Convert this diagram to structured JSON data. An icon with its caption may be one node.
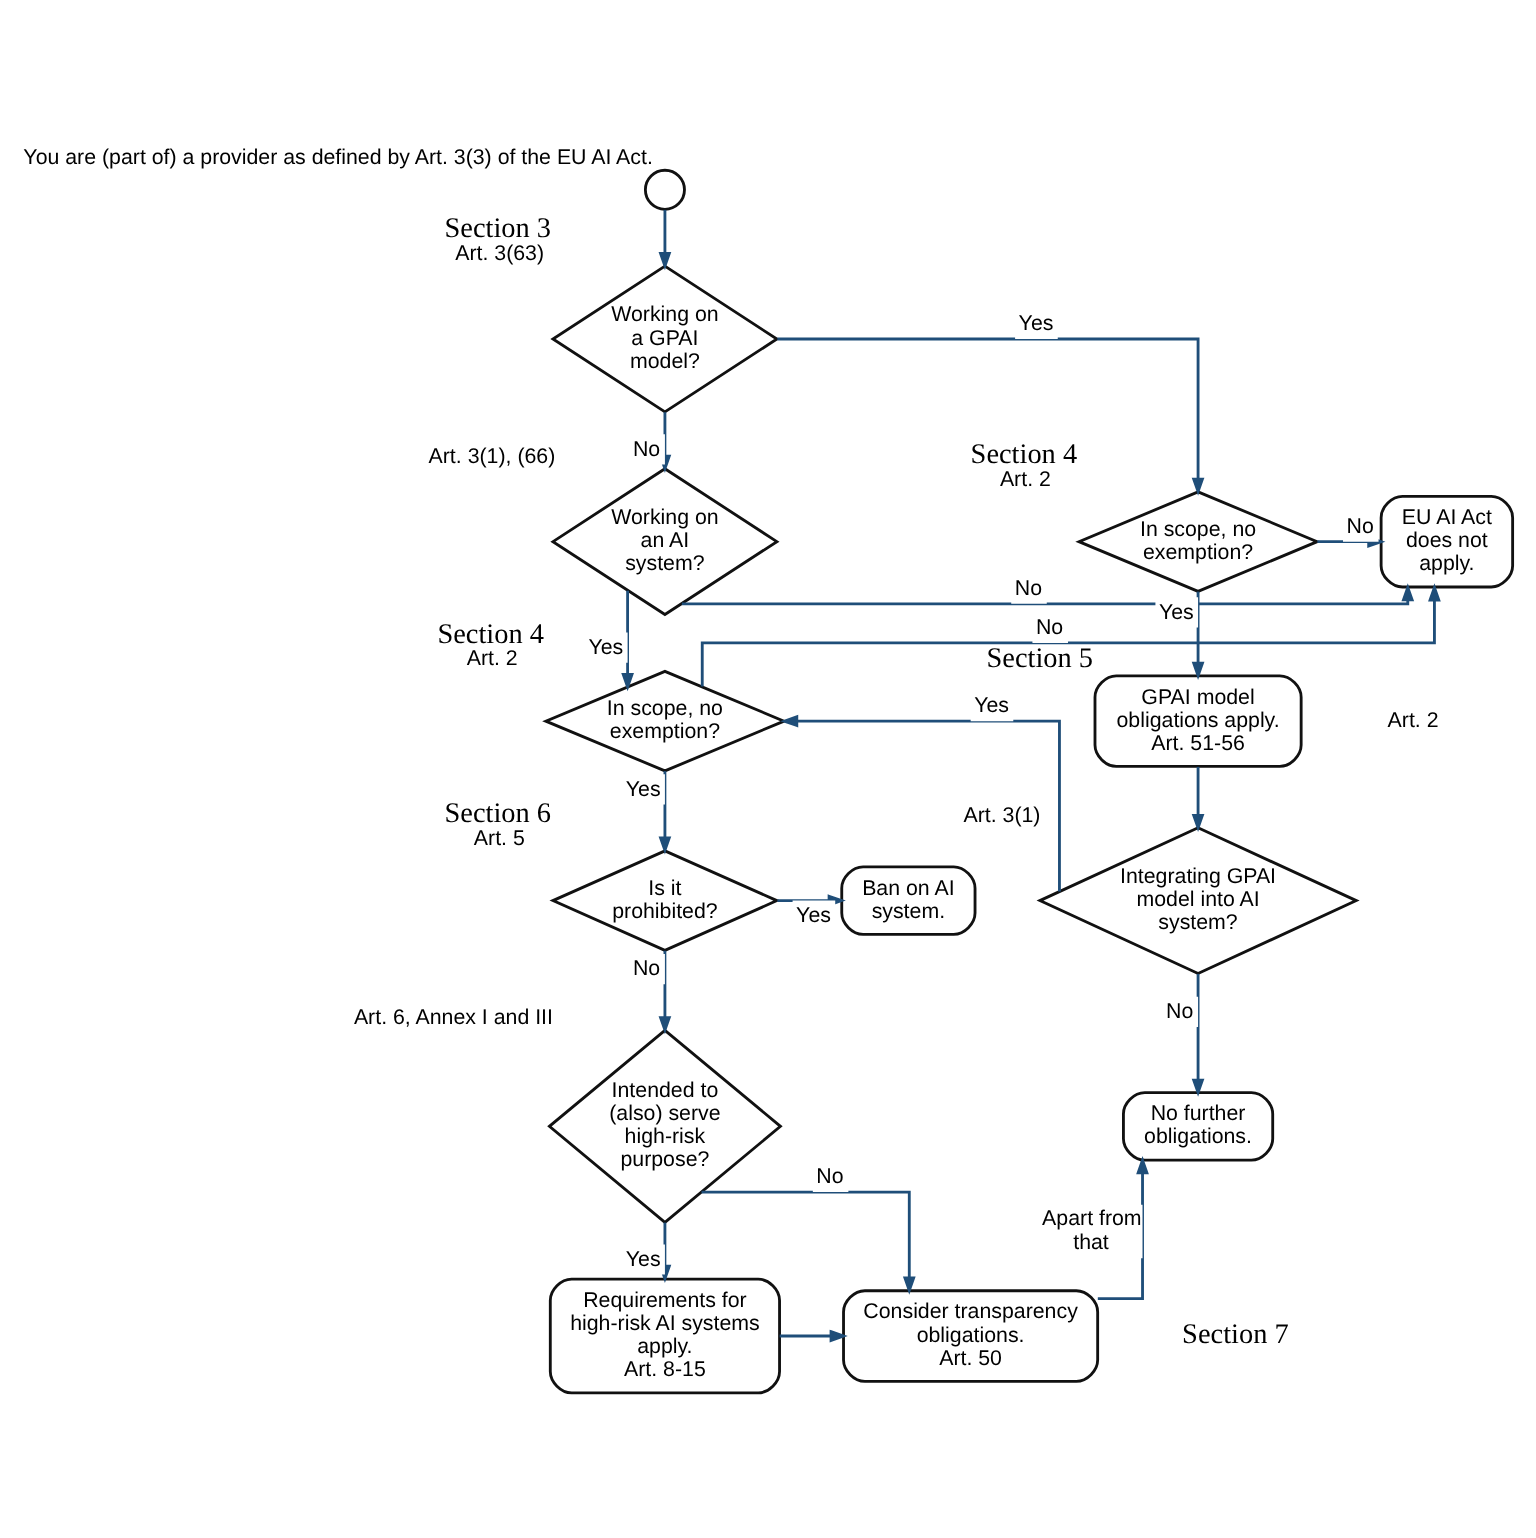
{
  "diagram": {
    "nodes": [
      {
        "text": [],
        "shape": "circle",
        "beside": [
          "You are (part of) a provider as defined by Art. 3(3) of the EU AI Act."
        ]
      },
      {
        "text": [
          "Working on a GPAI model?"
        ],
        "beside": [
          "Section 3",
          "Art. 3(63)"
        ]
      },
      {
        "text": [
          "Working on an AI system?"
        ],
        "beside": [
          "Art. 3(1), (66)"
        ]
      },
      {
        "text": [
          "EU AI Act does not apply."
        ]
      },
      {
        "text": [
          "In scope, no exemption?"
        ],
        "beside": [
          "Section 4",
          "Art. 2"
        ]
      },
      {
        "text": [
          "In scope, no exemption?"
        ],
        "beside": [
          "Section 4",
          "Art. 2"
        ]
      },
      {
        "text": [
          "GPAI model obligations apply.",
          "Art. 51-56"
        ],
        "beside": [
          "Section 5"
        ]
      },
      {
        "text": [
          "Is it prohibited?"
        ],
        "beside": [
          "Section 6",
          "Art. 5"
        ]
      },
      {
        "text": [
          "Ban on AI system."
        ]
      },
      {
        "text": [
          "Integrating GPAI model into AI system?"
        ],
        "beside": [
          "Art. 3(1)"
        ]
      },
      {
        "text": [
          "Intended to (also) serve high-risk purpose?"
        ],
        "beside": [
          "Art. 6, Annex I and III"
        ]
      },
      {
        "text": [
          "No further obligations."
        ]
      },
      {
        "text": [
          "Requirements for high-risk AI systems apply.",
          "Art. 8-15"
        ]
      },
      {
        "text": [
          "Consider transparency obligations.",
          "Art. 50"
        ]
      }
    ],
    "edges": [
      {
        "from": 0,
        "to": 1,
        "arrow": "to"
      },
      {
        "from": 1,
        "to": 4,
        "arrow": "to",
        "label": "Yes"
      },
      {
        "from": 1,
        "to": 2,
        "arrow": "to",
        "label": "No"
      },
      {
        "from": 2,
        "to": 3,
        "arrow": "to",
        "label": "No"
      },
      {
        "from": 2,
        "to": 5,
        "arrow": "to",
        "label": "Yes"
      },
      {
        "from": 4,
        "to": 3,
        "arrow": "to",
        "label": "No"
      },
      {
        "from": 4,
        "to": 6,
        "arrow": "to",
        "label": "Yes"
      },
      {
        "from": 5,
        "to": 3,
        "arrow": "to",
        "label": "No"
      },
      {
        "from": 5,
        "to": 7,
        "arrow": "to",
        "label": "Yes"
      },
      {
        "from": 6,
        "to": 9,
        "arrow": "to"
      },
      {
        "from": 7,
        "to": 8,
        "arrow": "to",
        "label": "Yes"
      },
      {
        "from": 7,
        "to": 10,
        "arrow": "to",
        "label": "No"
      },
      {
        "from": 9,
        "to": 11,
        "arrow": "to",
        "label": "No"
      },
      {
        "from": 9,
        "to": 5,
        "arrow": "to",
        "label": "Yes"
      },
      {
        "from": 10,
        "to": 13,
        "arrow": "to",
        "label": "No"
      },
      {
        "from": 10,
        "to": 12,
        "arrow": "to",
        "label": "Yes"
      },
      {
        "from": 12,
        "to": 13,
        "arrow": "to"
      },
      {
        "from": 13,
        "to": 11,
        "arrow": "to",
        "label": "Apart from that"
      }
    ],
    "labels": [
      "Art. 2",
      "Section 7"
    ]
  }
}
